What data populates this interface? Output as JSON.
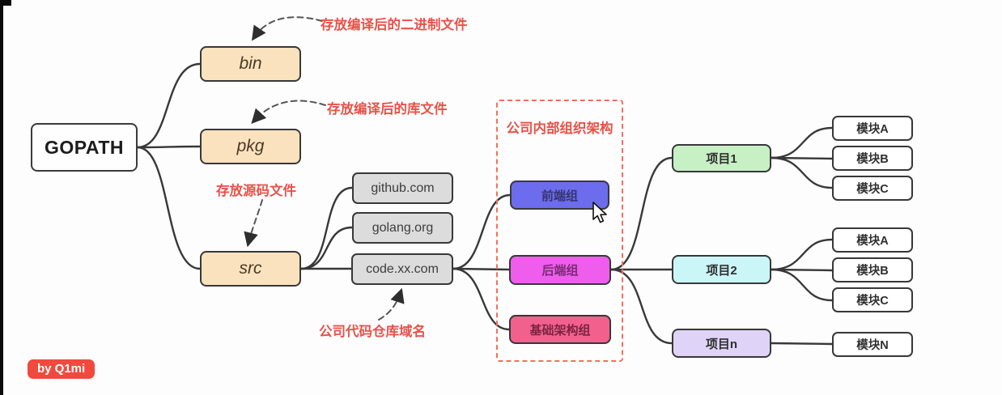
{
  "diagram": {
    "root": {
      "label": "GOPATH"
    },
    "dirs": {
      "bin": {
        "label": "bin"
      },
      "pkg": {
        "label": "pkg"
      },
      "src": {
        "label": "src"
      }
    },
    "repos": {
      "github": {
        "label": "github.com"
      },
      "golang": {
        "label": "golang.org"
      },
      "company": {
        "label": "code.xx.com"
      }
    },
    "org": {
      "title": "公司内部组织架构",
      "teams": {
        "frontend": {
          "label": "前端组"
        },
        "backend": {
          "label": "后端组"
        },
        "infra": {
          "label": "基础架构组"
        }
      }
    },
    "projects": {
      "p1": {
        "label": "项目1"
      },
      "p2": {
        "label": "项目2"
      },
      "pn": {
        "label": "项目n"
      }
    },
    "modules": {
      "p1": [
        "模块A",
        "模块B",
        "模块C"
      ],
      "p2": [
        "模块A",
        "模块B",
        "模块C"
      ],
      "pn": [
        "模块N"
      ]
    },
    "annotations": {
      "bin": "存放编译后的二进制文件",
      "pkg": "存放编译后的库文件",
      "src": "存放源码文件",
      "company_repo": "公司代码仓库域名"
    },
    "watermark": "by Q1mi",
    "colors": {
      "dir_fill": "#FAE2BF",
      "repo_fill": "#DCDCDC",
      "frontend_fill": "#6C6CEC",
      "backend_fill": "#EE5DEB",
      "infra_fill": "#F2618E",
      "project1_fill": "#C8F0C5",
      "project2_fill": "#CBF6F7",
      "projectn_fill": "#DFD3F7",
      "annotation_red": "#E8524A",
      "dashed_box_red": "#F2705F",
      "watermark_bg": "#F04A3E",
      "line_color": "#383838"
    }
  }
}
